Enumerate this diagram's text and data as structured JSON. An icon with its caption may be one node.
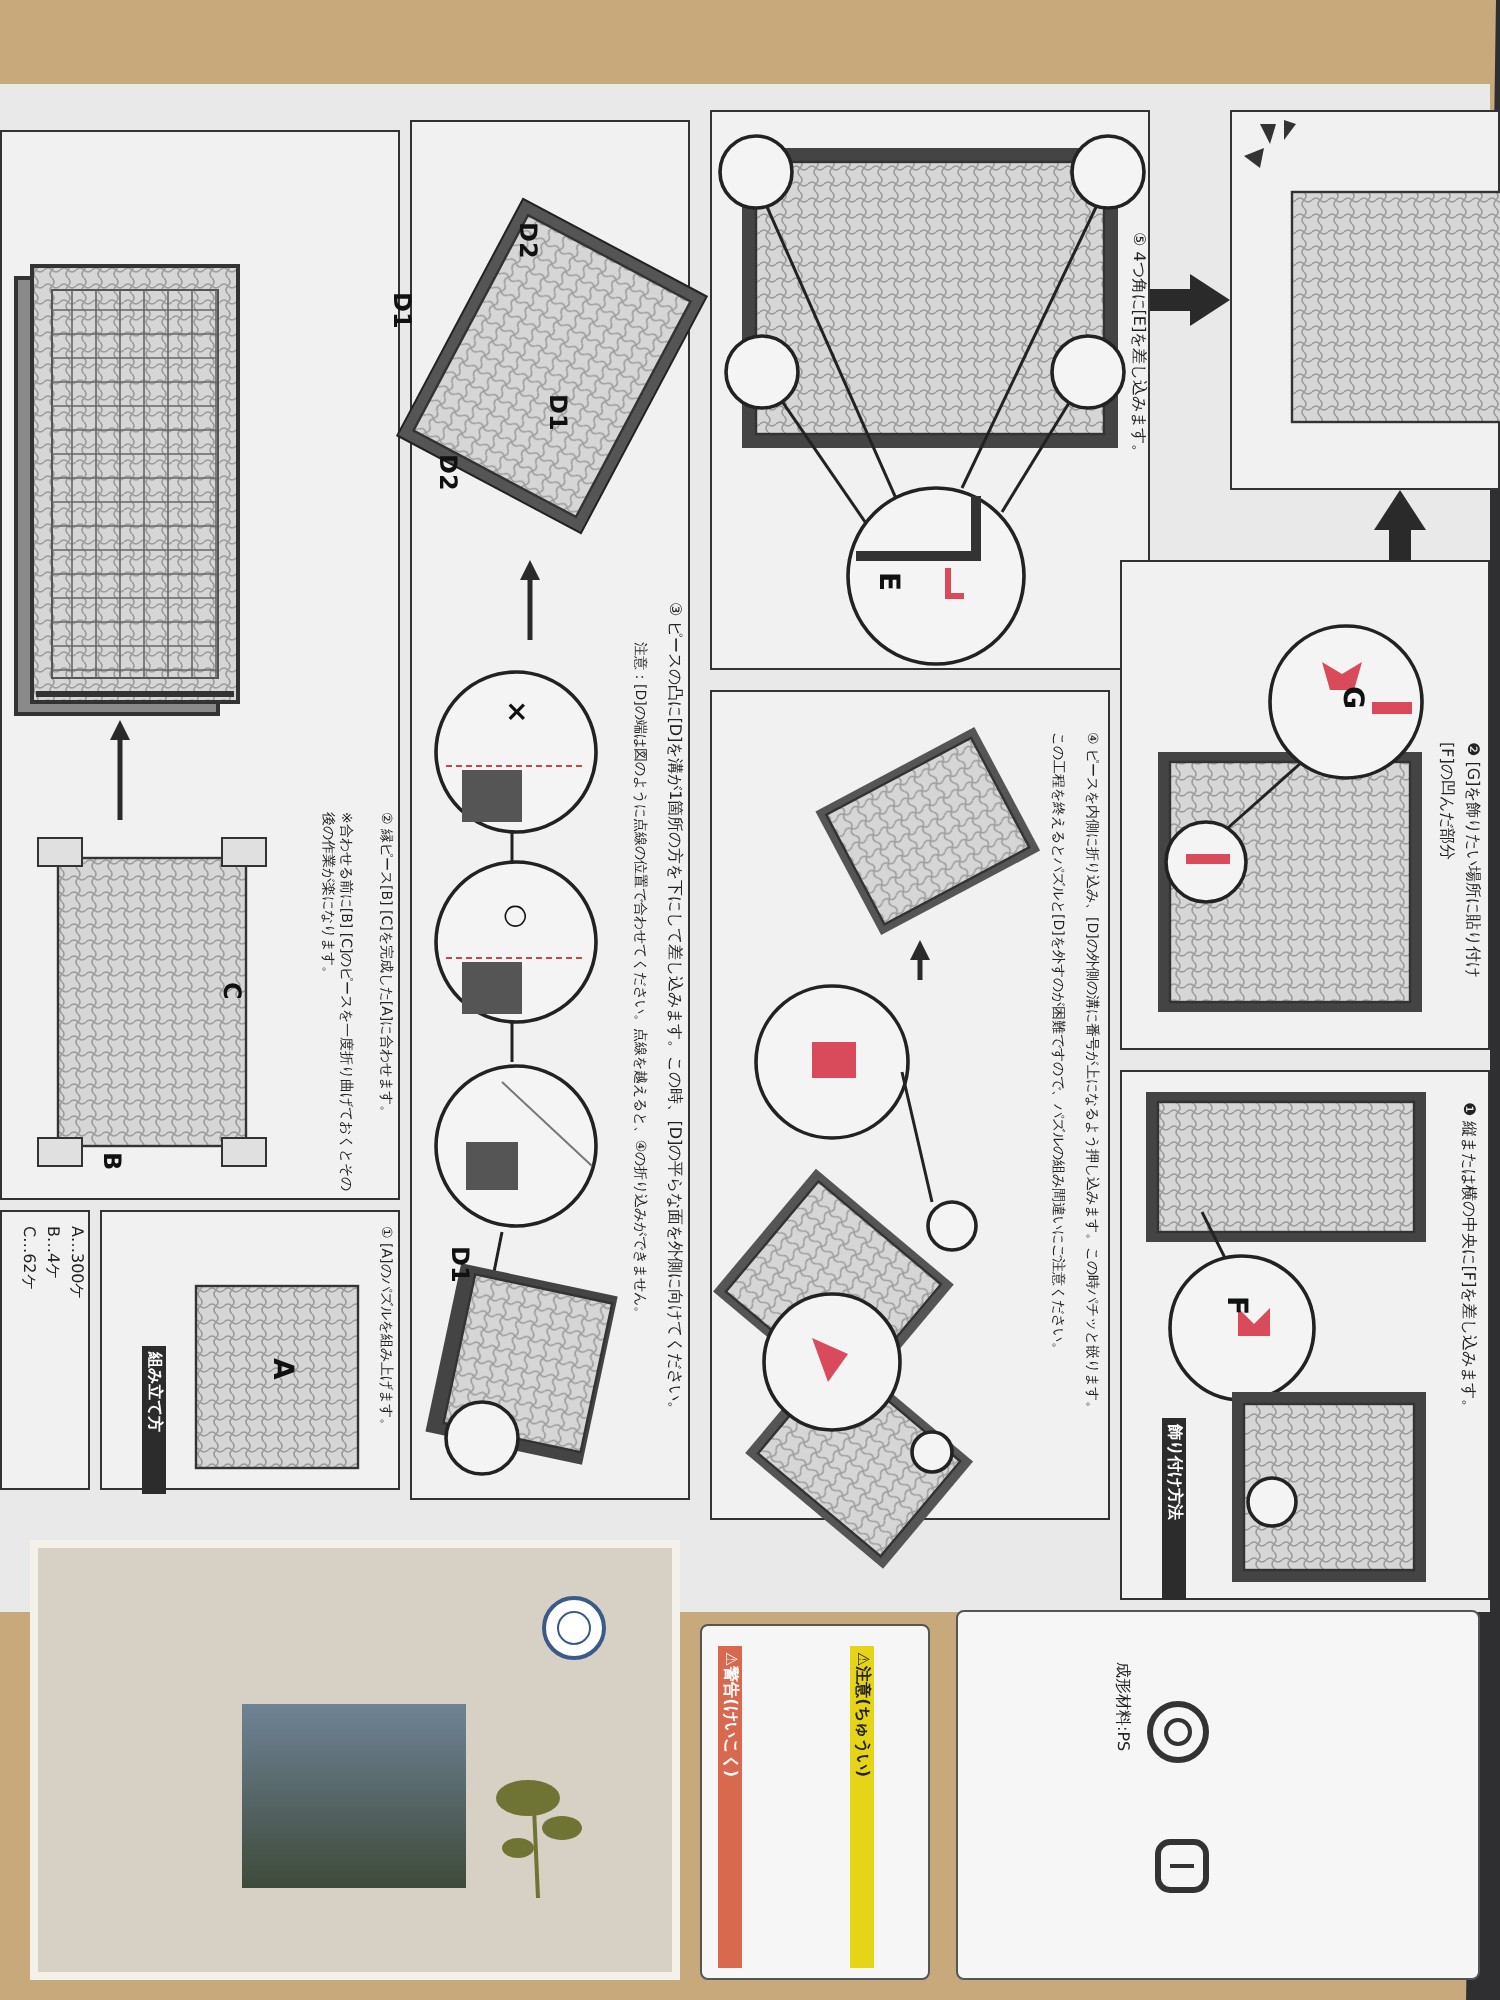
{
  "diagram": {
    "nodes": [
      {
        "text": [
          "A…300ケ",
          "B…4ケ",
          "C…62ケ"
        ]
      },
      {
        "text": [
          "組み立て方",
          "① [A]のパズルを組み上げます。"
        ]
      },
      {
        "text": [
          "A"
        ],
        "in": 1
      },
      {
        "text": [
          "② 縁ピース[B] [C]を完成した[A]に合わせます。",
          "※合わせる前に[B] [C]のピースを一度折り曲げておくとその後の作業が楽になります。"
        ]
      },
      {
        "text": [
          "B",
          "C"
        ],
        "in": 3
      },
      {
        "text": [],
        "shape": "picture",
        "in": 3
      },
      {
        "text": [
          "③ ピースの凸に[D]を溝が1箇所の方を下にして差し込みます。この時、[D]の平らな面を外側に向けてください。",
          "注意：[D]の端は図のように点線の位置で合わせてください。点線を越えると、④の折り込みができません。"
        ]
      },
      {
        "text": [
          "D1"
        ],
        "in": 6
      },
      {
        "text": [
          "D2",
          "D1",
          "D1",
          "D2"
        ],
        "in": 6
      },
      {
        "text": [
          "④ ピースを内側に折り込み、[D]の外側の溝に番号が上になるよう押し込みます。この時パチッと嵌ります。",
          "この工程を終えるとパズルと[D]を外すのが困難ですので、パズルの組み間違いにご注意ください。"
        ]
      },
      {
        "text": [],
        "shape": "picture",
        "in": 9
      },
      {
        "text": [],
        "shape": "picture",
        "in": 9
      },
      {
        "text": [
          "⑤ 4つ角に[E]を差し込みます。"
        ]
      },
      {
        "text": [],
        "shape": "box"
      },
      {
        "text": [
          "❷ [G]を飾りたい場所に貼り付け",
          "[F]の凹んだ部分"
        ]
      },
      {
        "text": [
          "飾り付け方法",
          "❶ 縦または横の中央に[F]を差し込みます。"
        ]
      },
      {
        "text": [],
        "shape": "picture"
      },
      {
        "text": [
          "⚠警告(けいこく)",
          "⚠注意(ちゅうい)"
        ]
      },
      {
        "text": [
          "成形材料:PS"
        ]
      }
    ],
    "edges": [
      {
        "from": 4,
        "to": 5,
        "arrow": "to"
      },
      {
        "from": 7,
        "to": 8,
        "arrow": "to"
      },
      {
        "from": 11,
        "to": 10,
        "arrow": "to"
      },
      {
        "from": 12,
        "to": 13,
        "arrow": "to",
        "style": "thick"
      },
      {
        "from": 14,
        "to": 13,
        "arrow": "to",
        "style": "thick"
      }
    ],
    "labels": [
      "×",
      "○",
      "E",
      "G",
      "F"
    ]
  }
}
